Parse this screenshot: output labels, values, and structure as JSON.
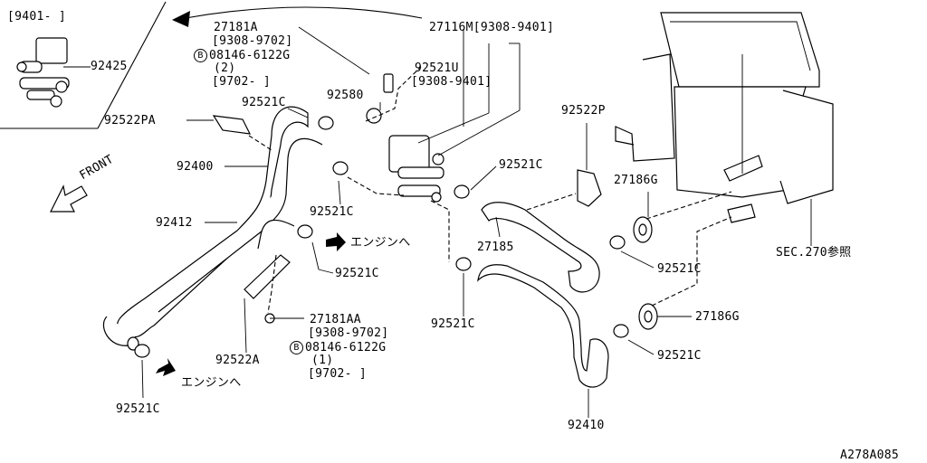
{
  "inset": {
    "range": "[9401-     ]",
    "part": "92425"
  },
  "labels": {
    "p27181a": "27181A",
    "p27181a_r1": "[9308-9702]",
    "p27181a_bolt_badge": "B",
    "p27181a_bolt": "08146-6122G",
    "p27181a_qty": "(2)",
    "p27181a_r2": "[9702-     ]",
    "p27116m": "27116M[9308-9401]",
    "p92521u": "92521U",
    "p92521u_r": "[9308-9401]",
    "p92580": "92580",
    "p92521c_a": "92521C",
    "p92522pa": "92522PA",
    "p92400": "92400",
    "p92521c_b": "92521C",
    "p92412": "92412",
    "p92521c_c": "92521C",
    "p92522a": "92522A",
    "p27181aa": "27181AA",
    "p27181aa_r1": "[9308-9702]",
    "p27181aa_bolt_badge": "B",
    "p27181aa_bolt": "08146-6122G",
    "p27181aa_qty": "(1)",
    "p27181aa_r2": "[9702-     ]",
    "p92521c_d": "92521C",
    "p92522p": "92522P",
    "p92521c_e": "92521C",
    "p27186g_a": "27186G",
    "p27185": "27185",
    "p92521c_f": "92521C",
    "p92521c_g": "92521C",
    "p27186g_b": "27186G",
    "p92521c_h": "92521C",
    "p92410": "92410",
    "sec270": "SEC.270参照",
    "engine1": "エンジンへ",
    "engine2": "エンジンへ",
    "front": "FRONT"
  },
  "footer": {
    "code": "A278A085"
  }
}
